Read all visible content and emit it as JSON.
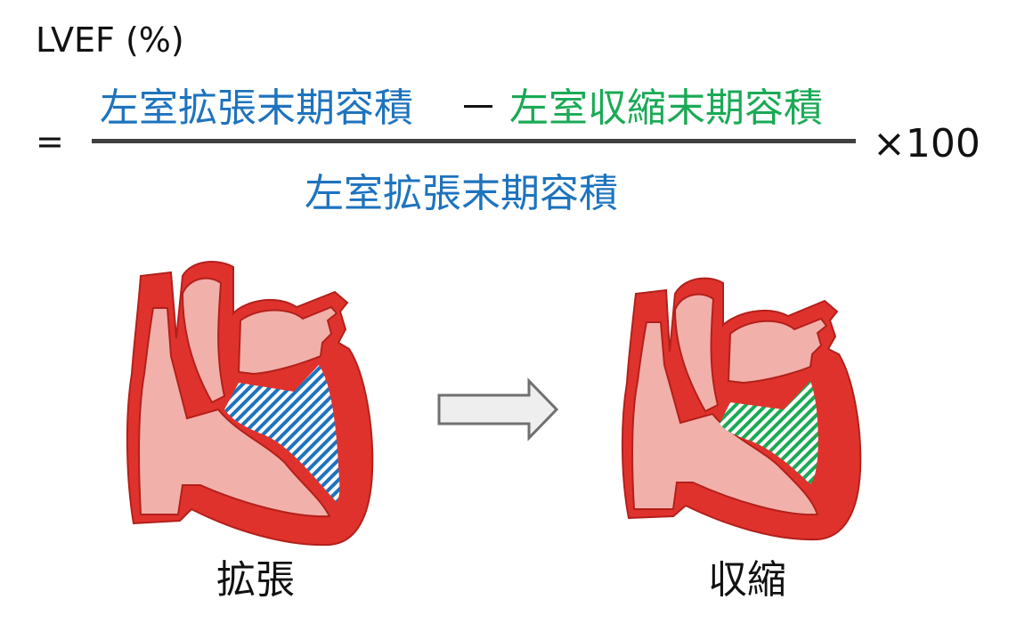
{
  "formula": {
    "title": "LVEF (%)",
    "equals": "=",
    "numerator_a": "左室拡張末期容積",
    "minus": "－",
    "numerator_b": "左室収縮末期容積",
    "denominator": "左室拡張末期容積",
    "multiplier": "×100"
  },
  "hearts": {
    "diastole_label": "拡張",
    "systole_label": "収縮"
  },
  "colors": {
    "diastolic_volume": "#1e73be",
    "systolic_volume": "#1aaa55",
    "heart_muscle": "#e0322c",
    "heart_chamber": "#f2b0aa",
    "fraction_line": "#404040",
    "arrow_fill": "#eeeeee",
    "arrow_stroke": "#707070"
  }
}
